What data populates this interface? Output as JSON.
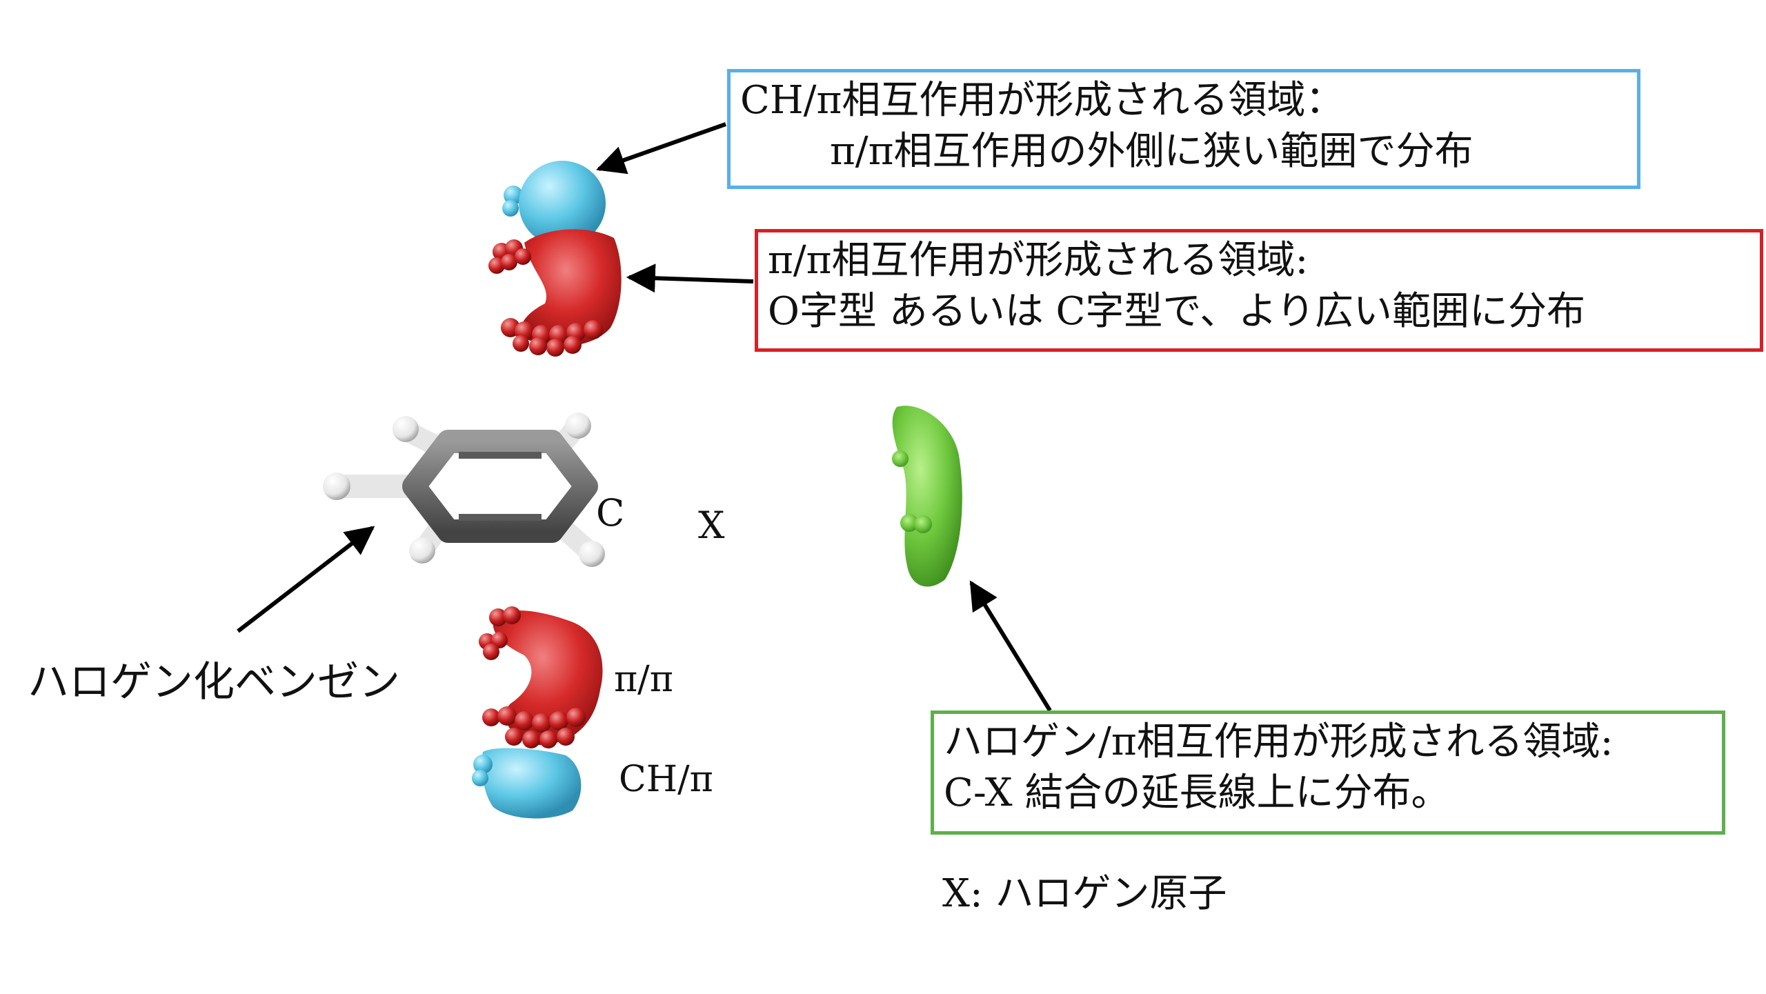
{
  "callouts": {
    "ch_pi": {
      "line1": "CH/π相互作用が形成される領域：",
      "line2": "π/π相互作用の外側に狭い範囲で分布",
      "border_color": "#5aaee8"
    },
    "pi_pi": {
      "line1": "π/π相互作用が形成される領域:",
      "line2": "O字型 あるいは C字型で、より広い範囲に分布",
      "border_color": "#d81f26"
    },
    "halogen_pi": {
      "line1": "ハロゲン/π相互作用が形成される領域:",
      "line2": "C-X 結合の延長線上に分布。",
      "border_color": "#5db04b"
    }
  },
  "labels": {
    "benzene": "ハロゲン化ベンゼン",
    "pi_pi": "π/π",
    "ch_pi": "CH/π",
    "carbon": "C",
    "halogen_atom": "X",
    "note": "X: ハロゲン原子"
  },
  "colors": {
    "ch_pi_region": "#5ec8e6",
    "pi_pi_region": "#d62a2a",
    "halogen_region": "#6fc83e",
    "carbon_bond": "#6e6e6e",
    "hydrogen": "#e6e6e6",
    "halogen_bond": "#7ad63a"
  }
}
